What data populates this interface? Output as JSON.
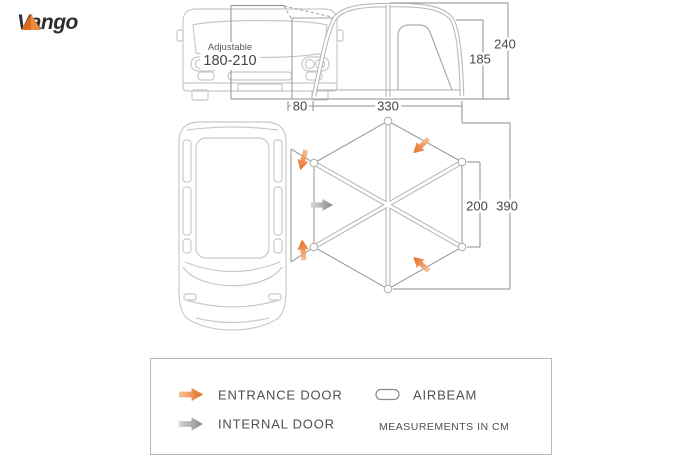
{
  "brand": {
    "name": "Vango",
    "orange": "#E87722",
    "dark": "#2e2e2e"
  },
  "elevation": {
    "adjustable_label": "Adjustable",
    "adjustable_range": "180-210",
    "overall_height": "240",
    "inner_height": "185",
    "tunnel_depth": "80",
    "awning_width": "330"
  },
  "floorplan": {
    "inner_depth": "200",
    "overall_depth": "390"
  },
  "legend": {
    "entrance_door_label": "ENTRANCE DOOR",
    "internal_door_label": "INTERNAL DOOR",
    "airbeam_label": "AIRBEAM",
    "measurements_note": "MEASUREMENTS IN CM"
  },
  "icons": {
    "entrance_arrow": "orange-arrow-icon",
    "internal_arrow": "grey-arrow-icon",
    "airbeam": "airbeam-pill-icon"
  },
  "colors": {
    "line_grey": "#9aa09e",
    "van_grey": "#c7cacb",
    "dim_grey": "#8f8f8f",
    "tube_grey": "#b3bab5",
    "text_grey": "#4f4f4f",
    "arrow_orange_dark": "#E2701F",
    "arrow_orange_light": "#F6C49E",
    "arrow_grey_dark": "#8A8A8A",
    "arrow_grey_light": "#D6D6D6"
  }
}
